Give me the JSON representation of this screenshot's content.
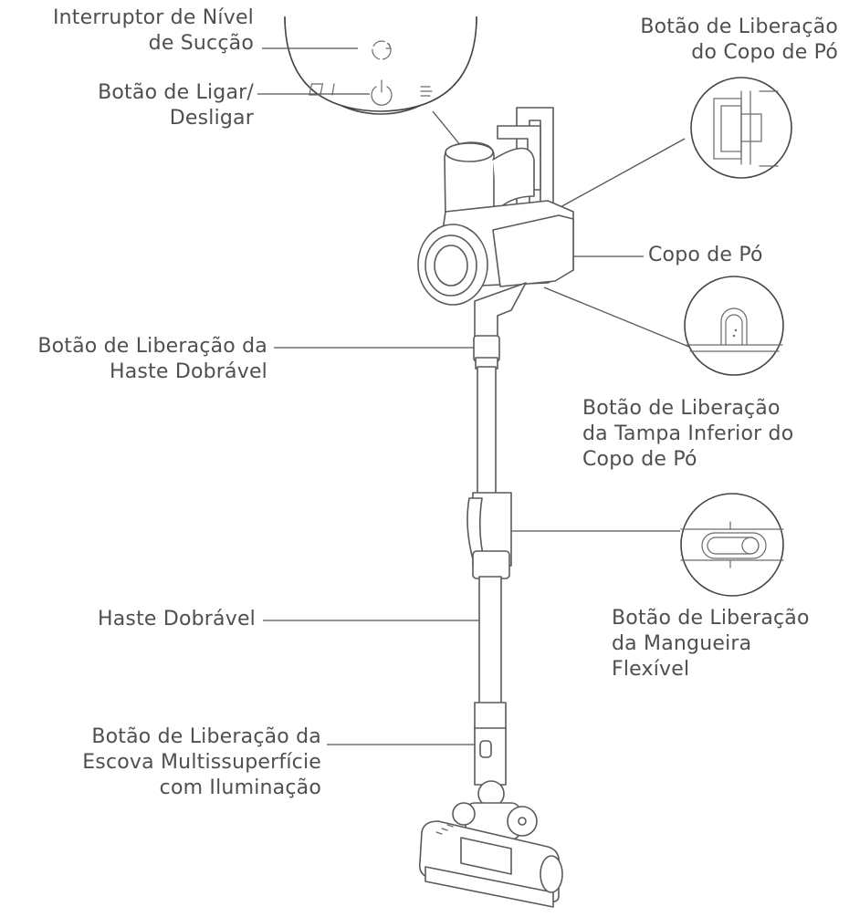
{
  "labels": {
    "suction_switch": [
      "Interruptor de Nível",
      "de Sucção"
    ],
    "power_button": [
      "Botão de Ligar/",
      "Desligar"
    ],
    "dust_cup_release": [
      "Botão de Liberação",
      "do Copo de Pó"
    ],
    "dust_cup": [
      "Copo de Pó"
    ],
    "folding_rod_release": [
      "Botão de Liberação da",
      "Haste Dobrável"
    ],
    "dust_cup_bottom_release": [
      "Botão de Liberação",
      "da Tampa Inferior do",
      "Copo de Pó"
    ],
    "hose_release": [
      "Botão de Liberação",
      "da Mangueira",
      "Flexível"
    ],
    "folding_rod": [
      "Haste Dobrável"
    ],
    "brush_release": [
      "Botão de Liberação da",
      "Escova Multissuperfície",
      "com Iluminação"
    ]
  }
}
